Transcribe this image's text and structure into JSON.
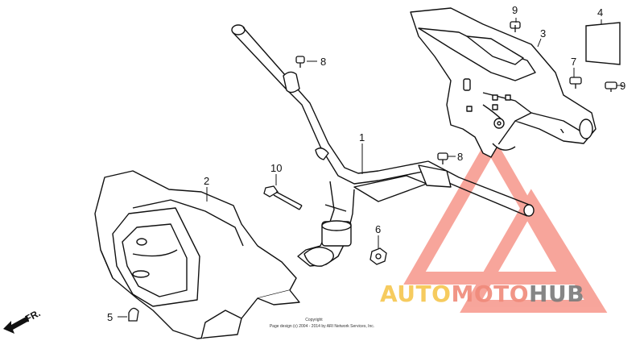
{
  "callouts": {
    "p1": "1",
    "p2": "2",
    "p3": "3",
    "p4": "4",
    "p5": "5",
    "p6": "6",
    "p7": "7",
    "p8a": "8",
    "p8b": "8",
    "p9a": "9",
    "p9b": "9",
    "p10": "10"
  },
  "direction_label": "FR.",
  "copyright": {
    "line1": "Copyright",
    "line2": "Page design (c) 2004 - 2014 by ARI Network Services, Inc."
  },
  "watermark": {
    "part1": "AUTO",
    "part2": "MOTO",
    "part3": "HUB",
    "colors": {
      "auto": "#f6c64e",
      "moto": "#f08a7a",
      "hub": "#7a7a7a",
      "triangle": "#f25d4a"
    }
  }
}
